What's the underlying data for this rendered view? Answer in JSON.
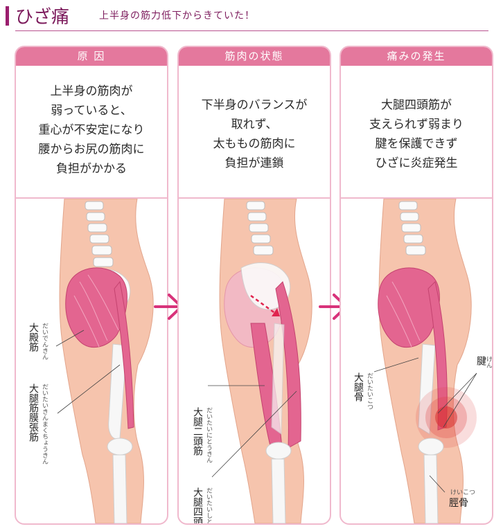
{
  "header": {
    "title": "ひざ痛",
    "subtitle": "上半身の筋力低下からきていた！"
  },
  "panels": [
    {
      "heading": "原 因",
      "lines": [
        "上半身の筋肉が",
        "弱っていると、",
        "重心が不安定になり",
        "腰からお尻の筋肉に",
        "負担がかかる"
      ],
      "labels": [
        {
          "text": "大殿筋",
          "ruby": "だいでんきん"
        },
        {
          "text": "大腿筋膜張筋",
          "ruby": "だいたいきんまくちょうきん"
        }
      ]
    },
    {
      "heading": "筋肉の状態",
      "lines": [
        "下半身のバランスが",
        "取れず、",
        "太ももの筋肉に",
        "負担が連鎖"
      ],
      "labels": [
        {
          "text": "大腿二頭筋",
          "ruby": "だいたいにとうきん"
        },
        {
          "text": "大腿四頭筋",
          "ruby": "だいたいしとうきん"
        }
      ]
    },
    {
      "heading": "痛みの発生",
      "lines": [
        "大腿四頭筋が",
        "支えられず弱まり",
        "腱を保護できず",
        "ひざに炎症発生"
      ],
      "labels": [
        {
          "text": "腱",
          "ruby": "けん"
        },
        {
          "text": "大腿骨",
          "ruby": "だいたいこつ"
        },
        {
          "text": "脛骨",
          "ruby": "けいこつ"
        }
      ]
    }
  ],
  "colors": {
    "accent": "#e4789d",
    "title": "#7d1c5d",
    "skin": "#f6c4ad",
    "muscle": "#e36590",
    "bone": "#f4f4f4",
    "arrow": "#d8327a",
    "inflammation": "#e04040"
  },
  "icons": [
    "right-chevron-arrow-icon",
    "spine-icon",
    "leg-anatomy-illustration"
  ]
}
